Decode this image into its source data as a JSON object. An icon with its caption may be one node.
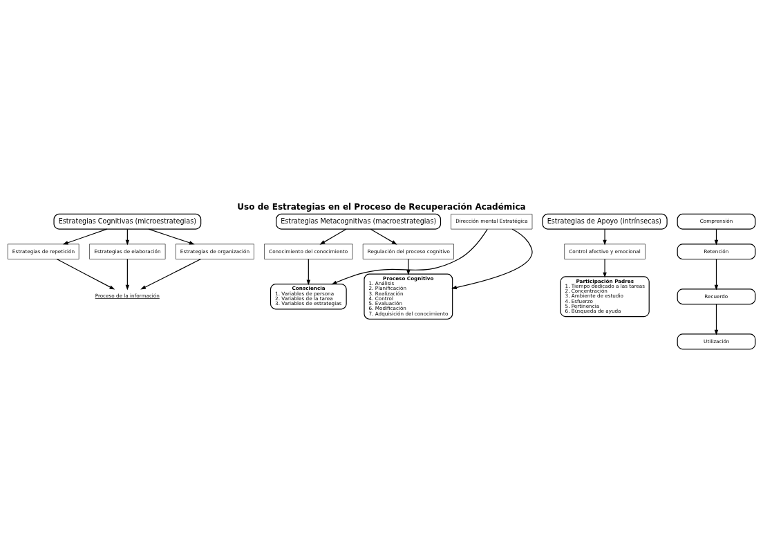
{
  "diagram": {
    "title": "Uso de Estrategias en el Proceso de Recuperación Académica",
    "nodes": [
      {
        "text": [
          "Estrategias Cognitivas (microestrategias)"
        ]
      },
      {
        "text": [
          "Estrategias Metacognitivas (macroestrategias)"
        ]
      },
      {
        "text": [
          "Estrategias de Apoyo (intrínsecas)"
        ]
      },
      {
        "text": [
          "Estrategias de repetición"
        ]
      },
      {
        "text": [
          "Estrategias de elaboración"
        ]
      },
      {
        "text": [
          "Estrategias de organización"
        ]
      },
      {
        "text": [
          "Proceso de la información"
        ]
      },
      {
        "text": [
          "Comprensión"
        ]
      },
      {
        "text": [
          "Retención"
        ]
      },
      {
        "text": [
          "Recuerdo"
        ]
      },
      {
        "text": [
          "Utilización"
        ]
      },
      {
        "text": [
          "Conocimiento del conocimiento"
        ]
      },
      {
        "text": [
          "Regulación del proceso cognitivo"
        ]
      },
      {
        "text": [
          "Consciencia",
          "1. Variables de persona",
          "2. Variables de la tarea",
          "3. Variables de estrategias"
        ]
      },
      {
        "text": [
          "Proceso Cognitivo",
          "1. Análisis",
          "2. Planificación",
          "3. Realización",
          "4. Control",
          "5. Evaluación",
          "6. Modificación",
          "7. Adquisición del conocimiento"
        ]
      },
      {
        "text": [
          "Control afectivo y emocional"
        ]
      },
      {
        "text": [
          "Participación Padres",
          "1. Tiempo dedicado a las tareas",
          "2. Concentración",
          "3. Ambiente de estudio",
          "4. Esfuerzo",
          "5. Pertinencia",
          "6. Búsqueda de ayuda"
        ]
      },
      {
        "text": [
          "Dirección mental Estratégica"
        ]
      }
    ],
    "edges": [
      {
        "from": 0,
        "to": 3,
        "arrow": "to"
      },
      {
        "from": 0,
        "to": 4,
        "arrow": "to"
      },
      {
        "from": 0,
        "to": 5,
        "arrow": "to"
      },
      {
        "from": 3,
        "to": 6,
        "arrow": "to"
      },
      {
        "from": 4,
        "to": 6,
        "arrow": "to"
      },
      {
        "from": 5,
        "to": 6,
        "arrow": "to"
      },
      {
        "from": 7,
        "to": 8,
        "arrow": "to"
      },
      {
        "from": 8,
        "to": 9,
        "arrow": "to"
      },
      {
        "from": 9,
        "to": 10,
        "arrow": "to"
      },
      {
        "from": 1,
        "to": 11,
        "arrow": "to"
      },
      {
        "from": 1,
        "to": 12,
        "arrow": "to"
      },
      {
        "from": 11,
        "to": 13,
        "arrow": "to"
      },
      {
        "from": 12,
        "to": 14,
        "arrow": "to"
      },
      {
        "from": 2,
        "to": 15,
        "arrow": "to"
      },
      {
        "from": 15,
        "to": 16,
        "arrow": "to"
      },
      {
        "from": 17,
        "to": 13,
        "arrow": "to"
      },
      {
        "from": 17,
        "to": 14,
        "arrow": "to"
      }
    ]
  }
}
